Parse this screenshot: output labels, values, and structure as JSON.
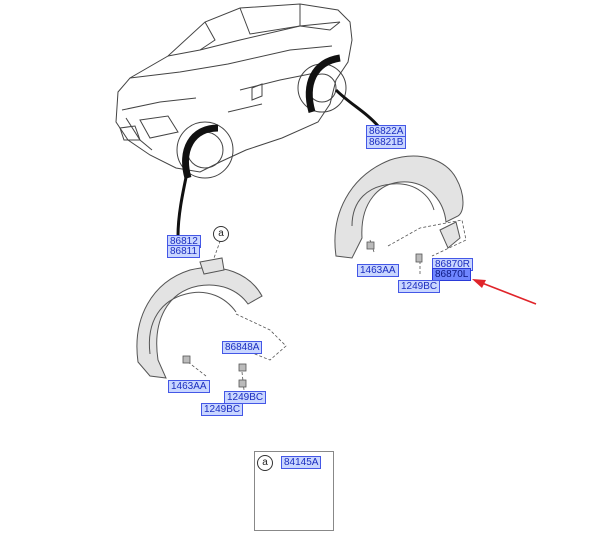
{
  "callout_letter": "a",
  "labels": {
    "rear_upper": "86822A",
    "rear_lower": "86821B",
    "rear_screw_1": "1463AA",
    "rear_flap_r": "86870R",
    "rear_flap_l": "86870L",
    "rear_screw_2": "1249BC",
    "front_upper": "86812",
    "front_lower": "86811",
    "front_bracket": "86848A",
    "front_screw_1": "1463AA",
    "front_screw_2": "1249BC",
    "front_screw_3": "1249BC",
    "detail_part": "84145A"
  },
  "colors": {
    "label_fill": "#c9d6ff",
    "label_border": "#4457e6",
    "label_text": "#1b2dbf",
    "arrow": "#e0242a"
  }
}
